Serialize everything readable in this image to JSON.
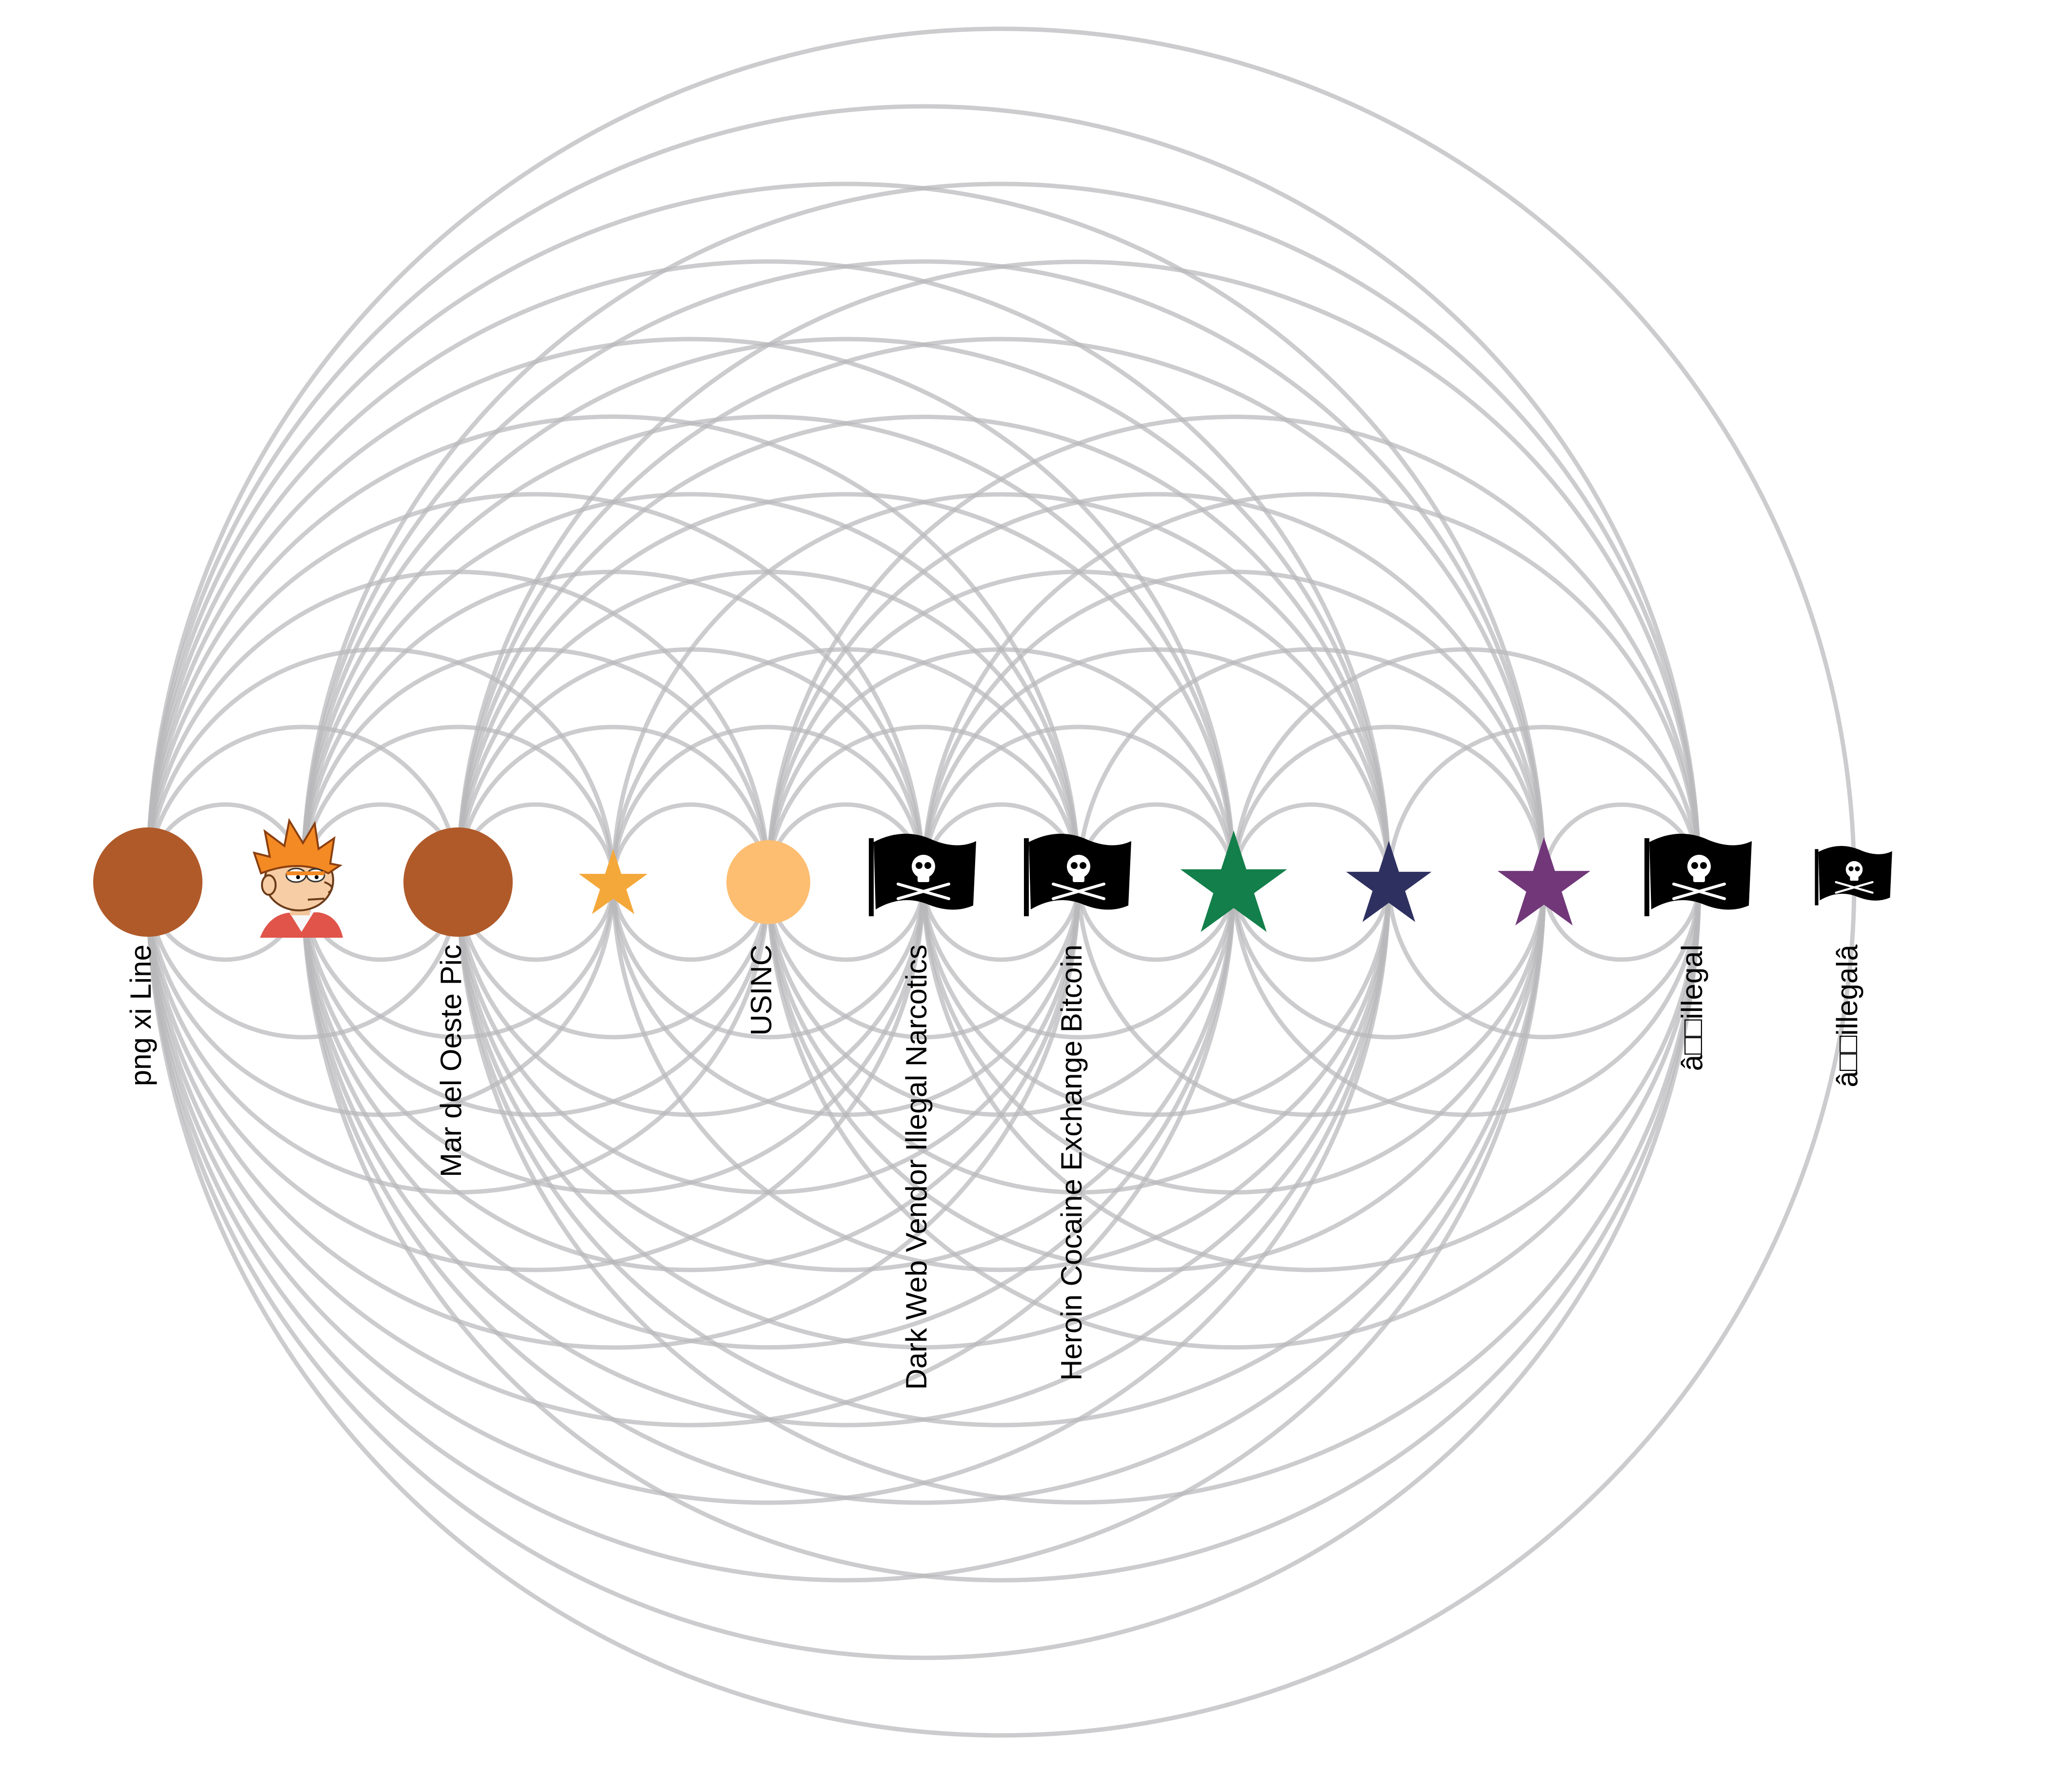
{
  "diagram": {
    "type": "arc-diagram",
    "nodes": [
      {
        "id": "n0",
        "label": "png xi Line",
        "shape": "circle",
        "color": "#b05a2a",
        "icon": "circle"
      },
      {
        "id": "n1",
        "label": "",
        "shape": "avatar",
        "icon": "cartoon-face-avatar-icon"
      },
      {
        "id": "n2",
        "label": "Mar del Oeste Pic",
        "shape": "circle",
        "color": "#b05a2a",
        "icon": "circle"
      },
      {
        "id": "n3",
        "label": "",
        "shape": "star",
        "color": "#f4a83a",
        "icon": "star-icon"
      },
      {
        "id": "n4",
        "label": "USINC",
        "shape": "circle",
        "color": "#fdbe72",
        "icon": "circle"
      },
      {
        "id": "n5",
        "label": "Dark Web Vendor Illegal Narcotics",
        "shape": "flag",
        "icon": "pirate-flag-icon"
      },
      {
        "id": "n6",
        "label": "Heroin Cocaine Exchange Bitcoin",
        "shape": "flag",
        "icon": "pirate-flag-icon"
      },
      {
        "id": "n7",
        "label": "",
        "shape": "star",
        "color": "#137f4a",
        "icon": "star-icon"
      },
      {
        "id": "n8",
        "label": "",
        "shape": "star",
        "color": "#2e3160",
        "icon": "star-icon"
      },
      {
        "id": "n9",
        "label": "",
        "shape": "star",
        "color": "#713779",
        "icon": "star-icon"
      },
      {
        "id": "n10",
        "label": "â□□illegal",
        "shape": "flag",
        "icon": "pirate-flag-icon"
      },
      {
        "id": "n11",
        "label": "â□□illegalâ",
        "shape": "flag",
        "icon": "pirate-flag-icon"
      }
    ],
    "arcs_above": [
      [
        0,
        1
      ],
      [
        0,
        2
      ],
      [
        0,
        3
      ],
      [
        0,
        4
      ],
      [
        0,
        5
      ],
      [
        0,
        6
      ],
      [
        0,
        7
      ],
      [
        0,
        8
      ],
      [
        0,
        9
      ],
      [
        0,
        10
      ],
      [
        0,
        11
      ],
      [
        1,
        2
      ],
      [
        1,
        3
      ],
      [
        1,
        4
      ],
      [
        1,
        5
      ],
      [
        1,
        6
      ],
      [
        1,
        7
      ],
      [
        1,
        8
      ],
      [
        1,
        9
      ],
      [
        1,
        10
      ],
      [
        2,
        3
      ],
      [
        2,
        4
      ],
      [
        2,
        5
      ],
      [
        2,
        6
      ],
      [
        2,
        7
      ],
      [
        2,
        8
      ],
      [
        2,
        9
      ],
      [
        2,
        10
      ],
      [
        3,
        4
      ],
      [
        3,
        5
      ],
      [
        3,
        6
      ],
      [
        3,
        8
      ],
      [
        4,
        5
      ],
      [
        4,
        6
      ],
      [
        4,
        7
      ],
      [
        4,
        8
      ],
      [
        4,
        9
      ],
      [
        4,
        10
      ],
      [
        5,
        6
      ],
      [
        5,
        7
      ],
      [
        5,
        8
      ],
      [
        5,
        9
      ],
      [
        5,
        10
      ],
      [
        6,
        7
      ],
      [
        6,
        9
      ],
      [
        7,
        8
      ],
      [
        7,
        9
      ],
      [
        7,
        10
      ],
      [
        8,
        10
      ],
      [
        9,
        10
      ]
    ],
    "arcs_below": [
      [
        0,
        1
      ],
      [
        0,
        2
      ],
      [
        0,
        3
      ],
      [
        0,
        4
      ],
      [
        0,
        5
      ],
      [
        0,
        6
      ],
      [
        0,
        7
      ],
      [
        0,
        8
      ],
      [
        0,
        9
      ],
      [
        0,
        10
      ],
      [
        0,
        11
      ],
      [
        1,
        2
      ],
      [
        1,
        3
      ],
      [
        1,
        4
      ],
      [
        1,
        5
      ],
      [
        1,
        6
      ],
      [
        1,
        7
      ],
      [
        1,
        8
      ],
      [
        1,
        9
      ],
      [
        1,
        10
      ],
      [
        2,
        3
      ],
      [
        2,
        4
      ],
      [
        2,
        5
      ],
      [
        2,
        6
      ],
      [
        2,
        7
      ],
      [
        2,
        8
      ],
      [
        2,
        9
      ],
      [
        2,
        10
      ],
      [
        3,
        4
      ],
      [
        3,
        5
      ],
      [
        3,
        6
      ],
      [
        3,
        8
      ],
      [
        4,
        5
      ],
      [
        4,
        6
      ],
      [
        4,
        7
      ],
      [
        4,
        8
      ],
      [
        4,
        9
      ],
      [
        4,
        10
      ],
      [
        5,
        6
      ],
      [
        5,
        7
      ],
      [
        5,
        8
      ],
      [
        5,
        9
      ],
      [
        5,
        10
      ],
      [
        6,
        7
      ],
      [
        6,
        9
      ],
      [
        7,
        8
      ],
      [
        7,
        9
      ],
      [
        7,
        10
      ],
      [
        8,
        10
      ],
      [
        9,
        10
      ]
    ],
    "edge_color": "#b9b9bb"
  }
}
